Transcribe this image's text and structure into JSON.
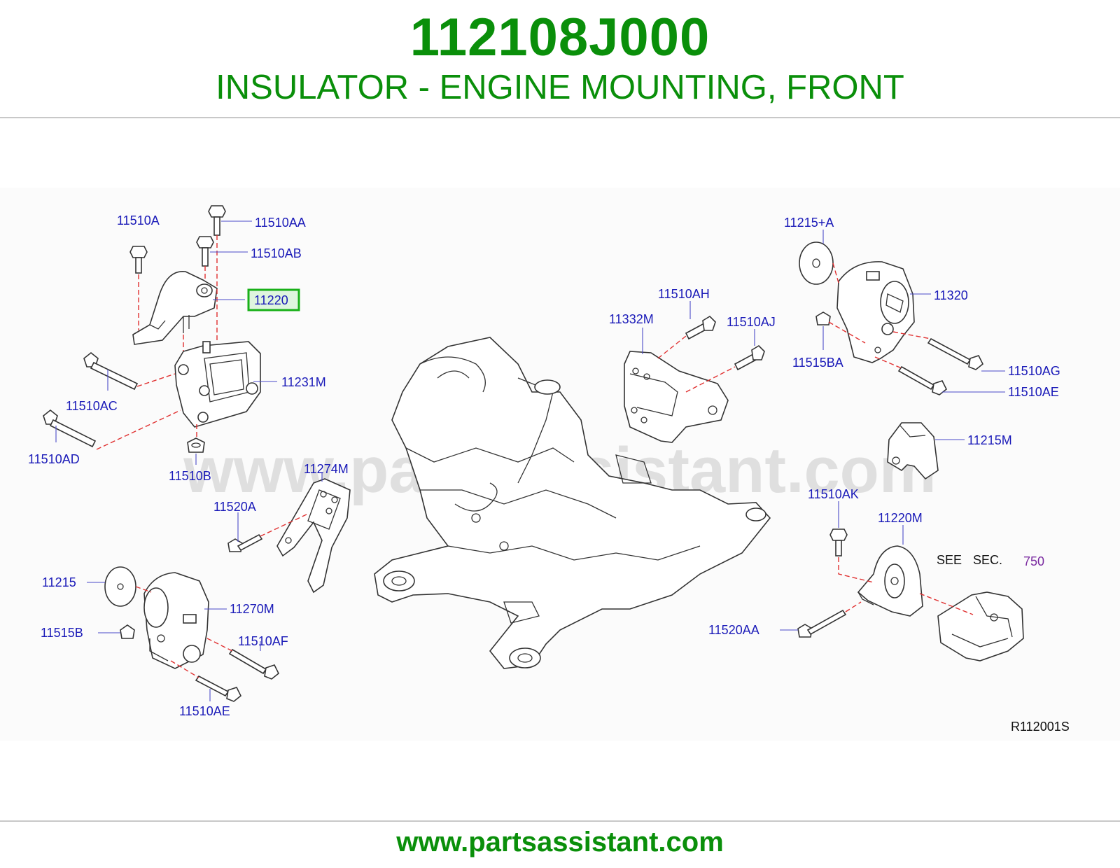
{
  "header": {
    "part_number": "112108J000",
    "description": "INSULATOR - ENGINE MOUNTING, FRONT"
  },
  "footer": {
    "url": "www.partsassistant.com"
  },
  "watermark": "www.partsassistant.com",
  "diagram": {
    "highlighted_callout": "11220",
    "reference_code": "R112001S",
    "see_section": {
      "see": "SEE",
      "sec": "SEC.",
      "number": "750"
    },
    "callouts": {
      "c11510A": "11510A",
      "c11510AA": "11510AA",
      "c11510AB": "11510AB",
      "c11231M": "11231M",
      "c11510AC": "11510AC",
      "c11510AD": "11510AD",
      "c11510B": "11510B",
      "c11274M": "11274M",
      "c11520A": "11520A",
      "c11215": "11215",
      "c11270M": "11270M",
      "c11515B": "11515B",
      "c11510AF": "11510AF",
      "c11510AE_left": "11510AE",
      "c11510AH": "11510AH",
      "c11332M": "11332M",
      "c11510AJ": "11510AJ",
      "c11215A": "11215+A",
      "c11320": "11320",
      "c11515BA": "11515BA",
      "c11510AG": "11510AG",
      "c11510AE_right": "11510AE",
      "c11215M": "11215M",
      "c11510AK": "11510AK",
      "c11220M": "11220M",
      "c11520AA": "11520AA"
    }
  },
  "colors": {
    "title_green": "#0a8f0a",
    "callout_blue": "#1a1ab8",
    "highlight_green": "#19b019",
    "highlight_fill": "#dff5df",
    "dash_red": "#e03030",
    "section_purple": "#7a2aa0"
  }
}
